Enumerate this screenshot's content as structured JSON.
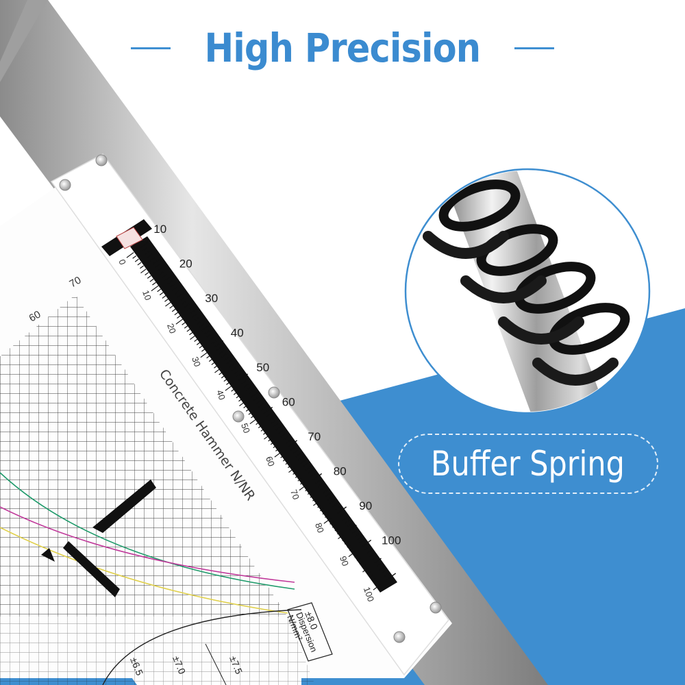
{
  "headline": "High Precision",
  "feature_label": "Buffer Spring",
  "colors": {
    "accent_blue": "#3f8fd2",
    "headline_blue": "#3b8bd0",
    "panel_blue": "#3e8ed0",
    "frame_silver": "#c9c9c9",
    "plate_white": "#fdfdfd",
    "ink_black": "#111111"
  },
  "icons": [
    "screw-icon",
    "pointer-icon",
    "spring-icon"
  ],
  "ruler": {
    "labels": [
      "10",
      "20",
      "30",
      "40",
      "50",
      "60",
      "70",
      "80",
      "90",
      "100"
    ],
    "small_labels": [
      "0",
      "10",
      "20",
      "30",
      "40",
      "50",
      "60",
      "70",
      "80",
      "90",
      "100"
    ]
  },
  "chart_label": "Concrete Hammer N/NR",
  "chart_axis_labels": [
    "60",
    "70"
  ],
  "dispersion": {
    "value": "±8.0",
    "label": "Dispersion",
    "unit": "N/mm²"
  },
  "bottom_scale": [
    "±6.5",
    "±7.0",
    "±7.5"
  ]
}
